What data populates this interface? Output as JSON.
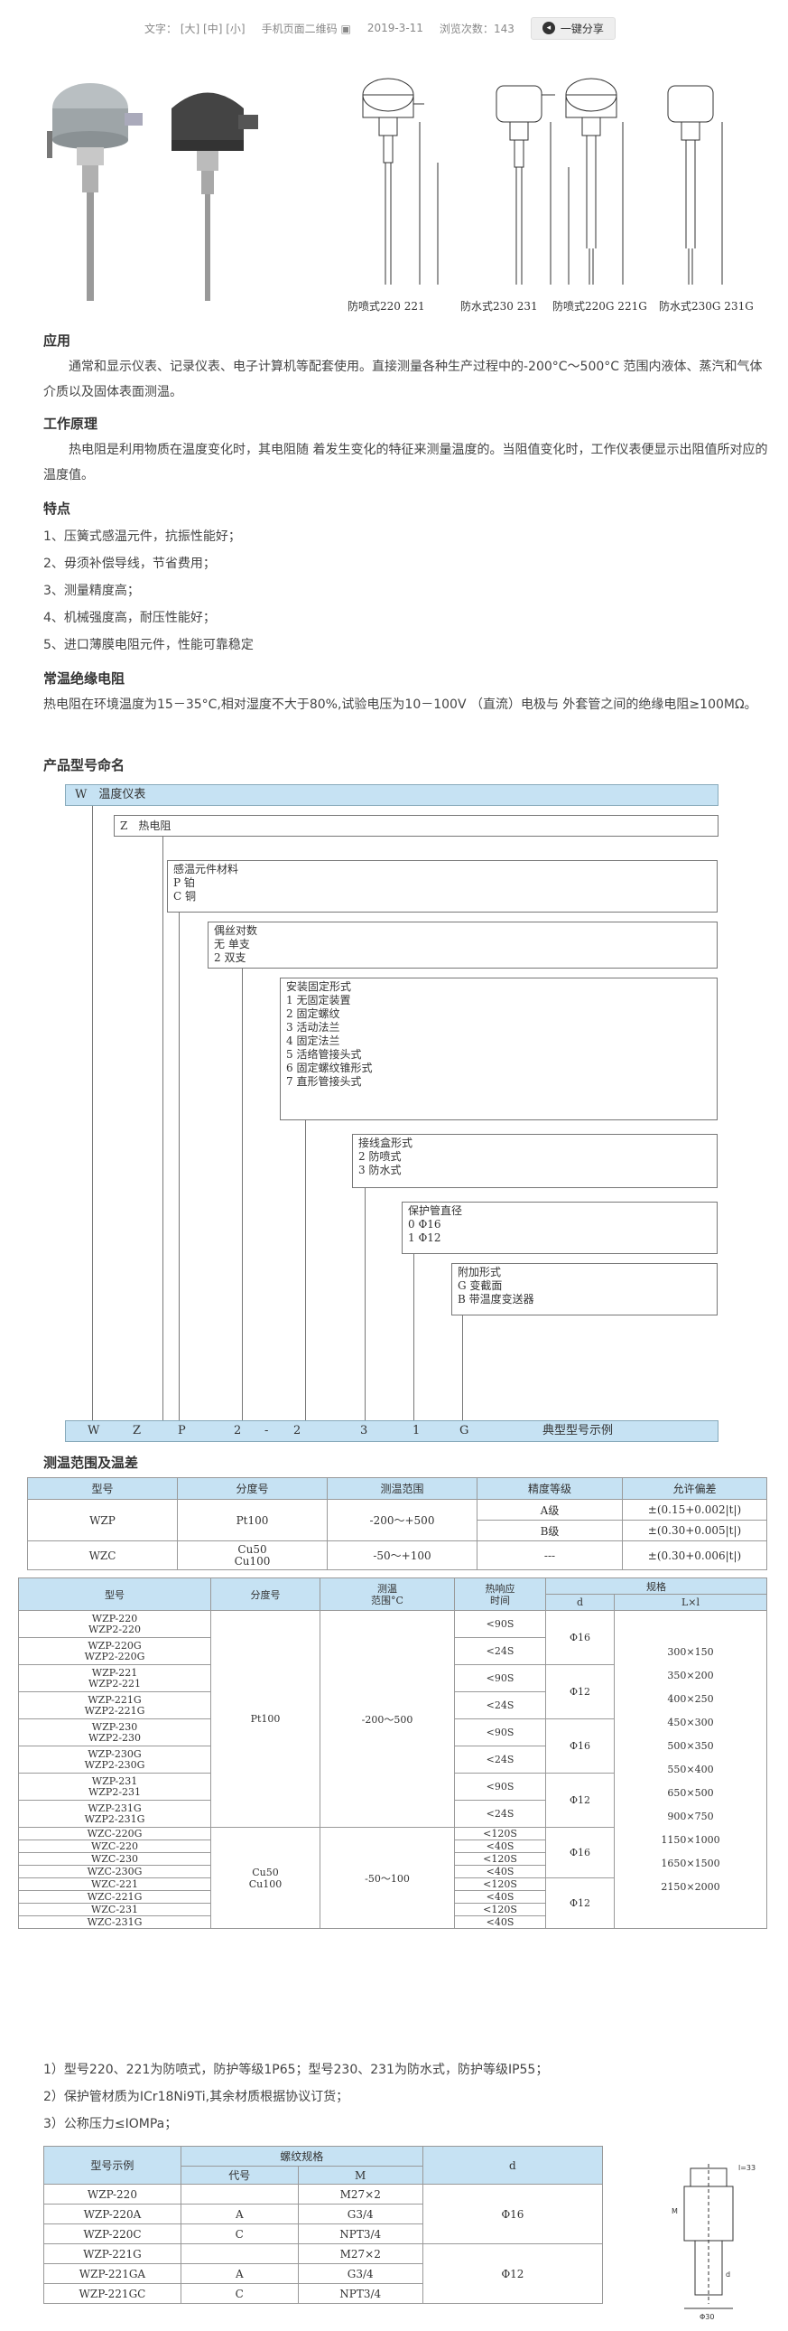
{
  "meta": {
    "font_label": "文字：",
    "size_large": "[大]",
    "size_medium": "[中]",
    "size_small": "[小]",
    "qr_label": "手机页面二维码",
    "date": "2019-3-11",
    "views_label": "浏览次数：",
    "views": "143",
    "share_label": "一键分享"
  },
  "drawing_captions": [
    "防喷式220 221",
    "防水式230 231",
    "防喷式220G 221G",
    "防水式230G 231G"
  ],
  "sections": {
    "app_title": "应用",
    "app_text": "通常和显示仪表、记录仪表、电子计算机等配套使用。直接测量各种生产过程中的-200°C～500°C 范围内液体、蒸汽和气体介质以及固体表面测温。",
    "principle_title": "工作原理",
    "principle_text": "热电阻是利用物质在温度变化时，其电阻随 着发生变化的特征来测量温度的。当阻值变化时，工作仪表便显示出阻值所对应的温度值。",
    "features_title": "特点",
    "features": [
      "1、压簧式感温元件，抗振性能好；",
      "2、毋须补偿导线，节省费用；",
      "3、测量精度高；",
      "4、机械强度高，耐压性能好；",
      "5、进口薄膜电阻元件，性能可靠稳定"
    ],
    "insulation_title": "常温绝缘电阻",
    "insulation_text": "热电阻在环境温度为15－35°C,相对湿度不大于80%,试验电压为10－100V （直流）电极与 外套管之间的绝缘电阻≥100MΩ。",
    "naming_title": "产品型号命名",
    "range_title": "测温范围及温差"
  },
  "naming": {
    "top": "W　温度仪表",
    "z": "Z　热电阻",
    "material_title": "感温元件材料",
    "material_items": [
      "P 铂",
      "C 铜"
    ],
    "pair_title": "偶丝对数",
    "pair_items": [
      "无 单支",
      "2 双支"
    ],
    "mount_title": "安装固定形式",
    "mount_items": [
      "1 无固定装置",
      "2 固定螺纹",
      "3 活动法兰",
      "4 固定法兰",
      "5 活络管接头式",
      "6 固定螺纹锥形式",
      "7 直形管接头式"
    ],
    "box_title": "接线盒形式",
    "box_items": [
      "2 防喷式",
      "3 防水式"
    ],
    "tube_title": "保护管直径",
    "tube_items": [
      "0 Φ16",
      "1 Φ12"
    ],
    "extra_title": "附加形式",
    "extra_items": [
      "G 变截面",
      "B 带温度变送器"
    ],
    "example_codes": [
      "W",
      "Z",
      "P",
      "2",
      "-",
      "2",
      "3",
      "1",
      "G"
    ],
    "example_label": "典型型号示例"
  },
  "table1": {
    "headers": [
      "型号",
      "分度号",
      "测温范围",
      "精度等级",
      "允许偏差"
    ],
    "wzp_model": "WZP",
    "wzp_grad": "Pt100",
    "wzp_range": "-200～+500",
    "wzp_rows": [
      [
        "A级",
        "±(0.15+0.002|t|)"
      ],
      [
        "B级",
        "±(0.30+0.005|t|)"
      ]
    ],
    "wzc_model": "WZC",
    "wzc_grad": "Cu50\nCu100",
    "wzc_range": "-50～+100",
    "wzc_grade": "---",
    "wzc_dev": "±(0.30+0.006|t|)"
  },
  "table2": {
    "headers": [
      "型号",
      "分度号",
      "测温\n范围°C",
      "热响应\n时间",
      "规格",
      "d",
      "L×l"
    ],
    "pt_grad": "Pt100",
    "pt_range": "-200～500",
    "cu_grad": "Cu50\nCu100",
    "cu_range": "-50～100",
    "pt_rows": [
      {
        "m": "WZP-220\nWZP2-220",
        "t": "<90S"
      },
      {
        "m": "WZP-220G\nWZP2-220G",
        "t": "<24S"
      },
      {
        "m": "WZP-221\nWZP2-221",
        "t": "<90S"
      },
      {
        "m": "WZP-221G\nWZP2-221G",
        "t": "<24S"
      },
      {
        "m": "WZP-230\nWZP2-230",
        "t": "<90S"
      },
      {
        "m": "WZP-230G\nWZP2-230G",
        "t": "<24S"
      },
      {
        "m": "WZP-231\nWZP2-231",
        "t": "<90S"
      },
      {
        "m": "WZP-231G\nWZP2-231G",
        "t": "<24S"
      }
    ],
    "cu_rows": [
      {
        "m": "WZC-220G",
        "t": "<120S"
      },
      {
        "m": "WZC-220",
        "t": "<40S"
      },
      {
        "m": "WZC-230",
        "t": "<120S"
      },
      {
        "m": "WZC-230G",
        "t": "<40S"
      },
      {
        "m": "WZC-221",
        "t": "<120S"
      },
      {
        "m": "WZC-221G",
        "t": "<40S"
      },
      {
        "m": "WZC-231",
        "t": "<120S"
      },
      {
        "m": "WZC-231G",
        "t": "<40S"
      }
    ],
    "d_values": [
      "Φ16",
      "Φ12",
      "Φ16",
      "Φ12",
      "Φ16",
      "Φ12"
    ],
    "lxl": [
      "300×150",
      "350×200",
      "400×250",
      "450×300",
      "500×350",
      "550×400",
      "650×500",
      "900×750",
      "1150×1000",
      "1650×1500",
      "2150×2000"
    ]
  },
  "notes": [
    "1）型号220、221为防喷式，防护等级1P65；型号230、231为防水式，防护等级IP55；",
    "2）保护管材质为ICr18Ni9Ti,其余材质根据协议订货；",
    "3）公称压力≤IOMPa；"
  ],
  "table3": {
    "headers": [
      "型号示例",
      "螺纹规格",
      "代号",
      "M",
      "d"
    ],
    "rows": [
      [
        "WZP-220",
        "",
        "M27×2"
      ],
      [
        "WZP-220A",
        "A",
        "G3/4"
      ],
      [
        "WZP-220C",
        "C",
        "NPT3/4"
      ],
      [
        "WZP-221G",
        "",
        "M27×2"
      ],
      [
        "WZP-221GA",
        "A",
        "G3/4"
      ],
      [
        "WZP-221GC",
        "C",
        "NPT3/4"
      ]
    ],
    "d": [
      "Φ16",
      "Φ12"
    ]
  },
  "drawing_dims": [
    "l=33",
    "Φ30",
    "M",
    "d"
  ]
}
